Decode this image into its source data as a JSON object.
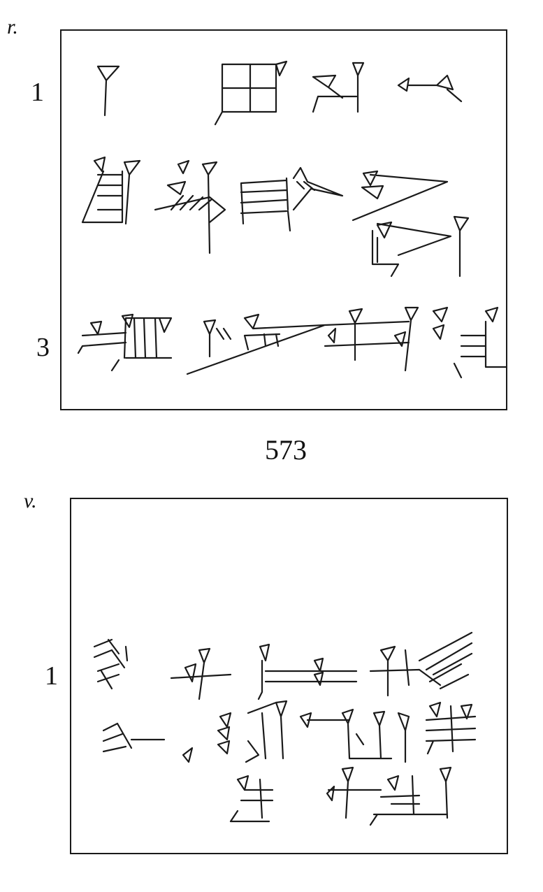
{
  "obverse": {
    "side_label": "r.",
    "line_numbers": [
      "1",
      "3"
    ]
  },
  "tablet_number": "573",
  "reverse": {
    "side_label": "v.",
    "line_numbers": [
      "1"
    ]
  },
  "colors": {
    "ink": "#1a1a1a",
    "paper": "#ffffff"
  }
}
